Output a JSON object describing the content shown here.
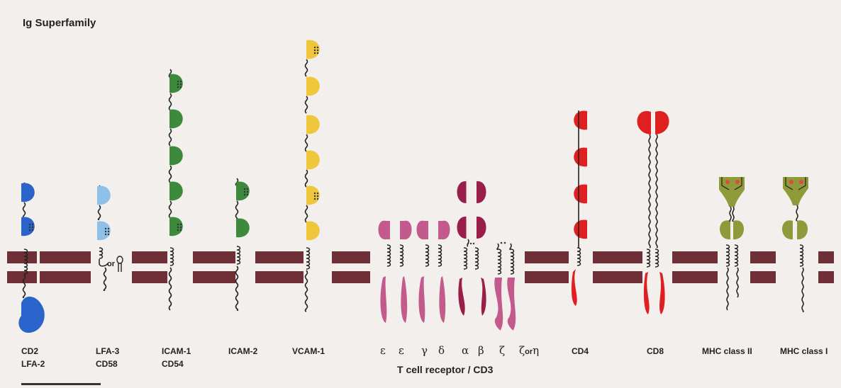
{
  "title": "Ig Superfamily",
  "molecules": [
    {
      "id": "cd2",
      "line1": "CD2",
      "line2": "LFA-2",
      "color": "#2a63c9"
    },
    {
      "id": "lfa3",
      "line1": "LFA-3",
      "line2": "CD58",
      "color": "#8fc0ea"
    },
    {
      "id": "icam1",
      "line1": "ICAM-1",
      "line2": "CD54",
      "color": "#3d8a3c"
    },
    {
      "id": "icam2",
      "line1": "ICAM-2",
      "line2": "",
      "color": "#3d8a3c"
    },
    {
      "id": "vcam1",
      "line1": "VCAM-1",
      "line2": "",
      "color": "#f0c63a"
    },
    {
      "id": "cd4",
      "line1": "CD4",
      "line2": "",
      "color": "#e02020"
    },
    {
      "id": "cd8",
      "line1": "CD8",
      "line2": "",
      "color": "#e02020"
    },
    {
      "id": "mhc2",
      "line1": "MHC class II",
      "line2": "",
      "color": "#8f9a3a"
    },
    {
      "id": "mhc1",
      "line1": "MHC class I",
      "line2": "",
      "color": "#8f9a3a"
    }
  ],
  "lfa3_or": "or",
  "tcr_chains": {
    "epsilon1": "ε",
    "epsilon2": "ε",
    "gamma": "γ",
    "delta": "δ",
    "alpha": "α",
    "beta": "β",
    "zeta1": "ζ",
    "zeta2": "ζ",
    "or": "or",
    "eta": "η"
  },
  "tcr_caption": "T cell receptor / CD3",
  "colors": {
    "membrane": "#6e2f36",
    "cd3": "#c25a8b",
    "tcr": "#9a1e4a",
    "zeta": "#c25a8b",
    "mhc_peptide": "#e04a3a",
    "line": "#222222"
  }
}
